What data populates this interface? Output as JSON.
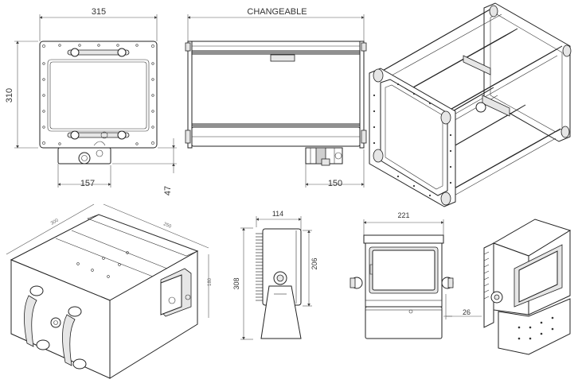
{
  "dimensions": {
    "front_width": "315",
    "front_height": "310",
    "front_offset": "157",
    "front_base": "47",
    "side_length": "CHANGEABLE",
    "side_offset": "150",
    "iso_dim_a": "300",
    "iso_dim_b": "250",
    "iso_dim_c": "180",
    "enc_side_depth": "114",
    "enc_side_height": "308",
    "enc_side_inner": "206",
    "enc_front_width": "221",
    "enc_front_bracket": "26"
  }
}
